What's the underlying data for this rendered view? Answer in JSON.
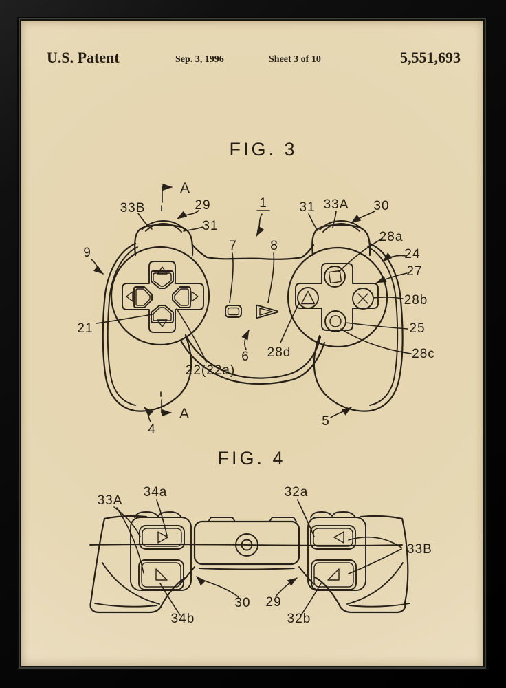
{
  "header": {
    "patent_label": "U.S. Patent",
    "date": "Sep. 3, 1996",
    "sheet": "Sheet 3 of 10",
    "number": "5,551,693"
  },
  "fig3": {
    "title": "FIG. 3",
    "section_label": "A",
    "refs": {
      "r33B": "33B",
      "r29": "29",
      "r31L": "31",
      "r1": "1",
      "r31R": "31",
      "r33A": "33A",
      "r30": "30",
      "r28a": "28a",
      "r24": "24",
      "r27": "27",
      "r28b": "28b",
      "r25": "25",
      "r28c": "28c",
      "r28d": "28d",
      "r9": "9",
      "r21": "21",
      "r7": "7",
      "r8": "8",
      "r6": "6",
      "r22": "22(22a)",
      "r4": "4",
      "r5": "5"
    }
  },
  "fig4": {
    "title": "FIG. 4",
    "refs": {
      "r33A": "33A",
      "r34a": "34a",
      "r32a": "32a",
      "r33B": "33B",
      "r30": "30",
      "r29": "29",
      "r34b": "34b",
      "r32b": "32b"
    }
  },
  "colors": {
    "paper": "#e7d8b5",
    "ink": "#27211a",
    "frame": "#0a0a0a"
  }
}
